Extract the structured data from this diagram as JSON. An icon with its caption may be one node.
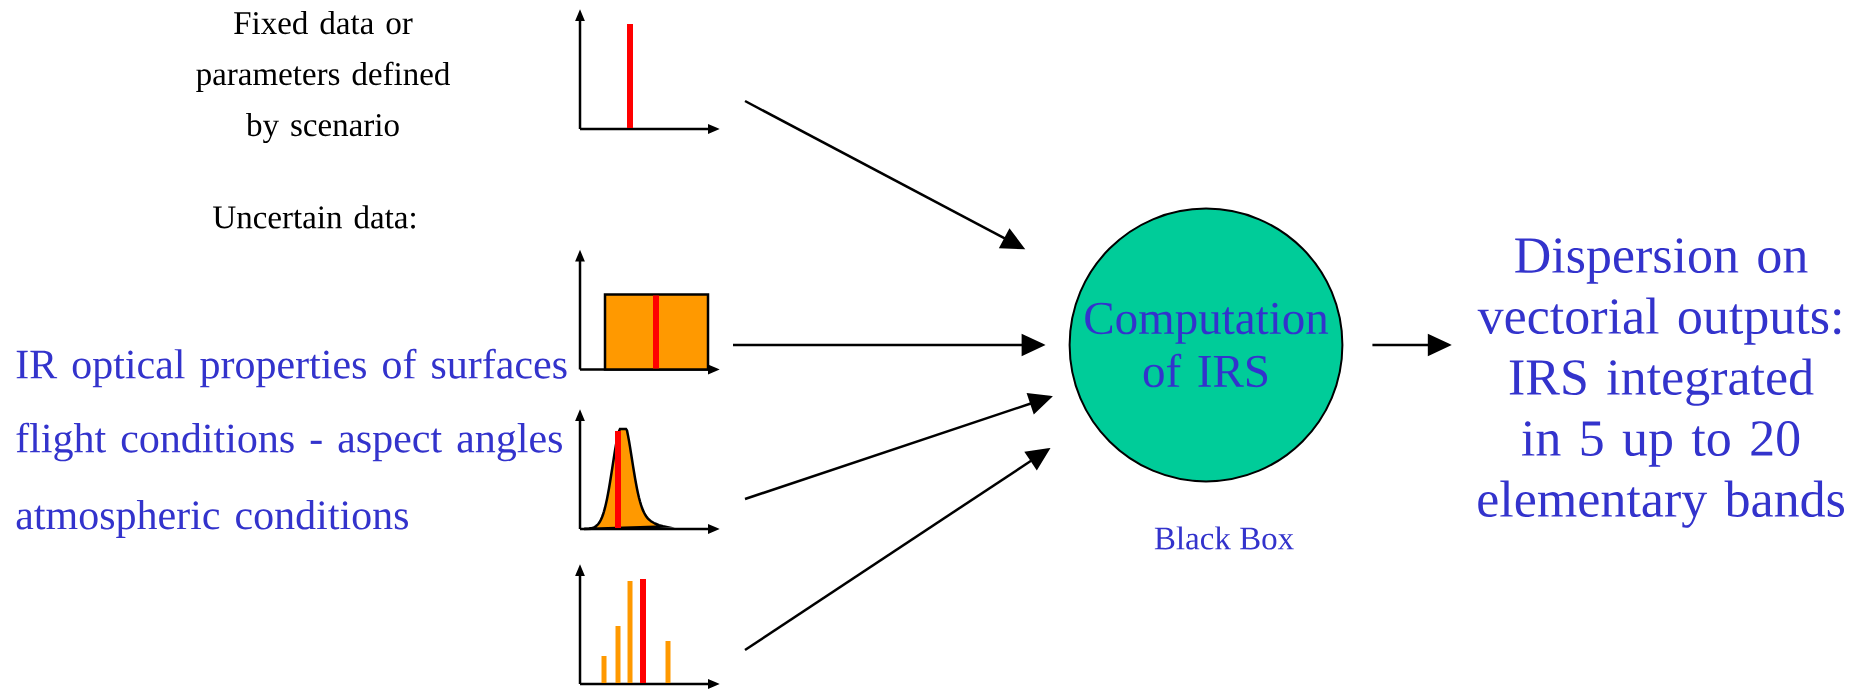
{
  "diagram": {
    "nodes": [
      {
        "text": [],
        "shape": "picture"
      },
      {
        "text": [],
        "shape": "picture"
      },
      {
        "text": [],
        "shape": "picture"
      },
      {
        "text": [],
        "shape": "picture"
      },
      {
        "text": [
          "Computation of IRS"
        ],
        "beside": [
          "Black Box"
        ]
      },
      {
        "text": [
          "Dispersion on vectorial outputs: IRS integrated in 5 up to 20 elementary bands"
        ]
      }
    ],
    "edges": [
      {
        "from": 0,
        "to": 4,
        "arrow": "to"
      },
      {
        "from": 1,
        "to": 4,
        "arrow": "to"
      },
      {
        "from": 2,
        "to": 4,
        "arrow": "to"
      },
      {
        "from": 3,
        "to": 4,
        "arrow": "to"
      },
      {
        "from": 4,
        "to": 5,
        "arrow": "to"
      }
    ],
    "labels": [
      "Fixed data or parameters defined by scenario",
      "Uncertain data:",
      "IR optical properties of surfaces",
      "flight conditions - aspect angles",
      "atmospheric conditions"
    ]
  }
}
